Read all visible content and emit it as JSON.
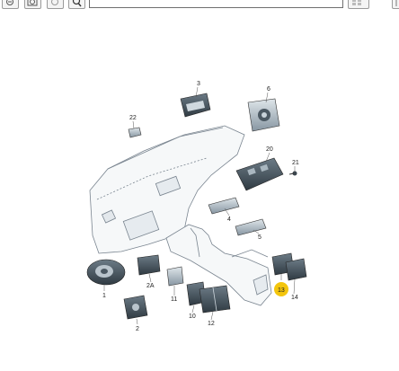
{
  "toolbar": {
    "tools": [
      {
        "name": "zoom-out",
        "icon": "magnifier-minus-icon"
      },
      {
        "name": "zoom-area",
        "icon": "magnifier-box-icon"
      },
      {
        "name": "zoom-in",
        "icon": "magnifier-plus-icon"
      },
      {
        "name": "search",
        "icon": "magnifier-icon"
      },
      {
        "name": "grid",
        "icon": "grid-icon"
      },
      {
        "name": "panel",
        "icon": "panel-icon"
      }
    ],
    "address_value": ""
  },
  "diagram": {
    "callouts": {
      "c1": "1",
      "c2": "2",
      "c2a": "2A",
      "c3": "3",
      "c4": "4",
      "c5": "5",
      "c6": "6",
      "c10": "10",
      "c11": "11",
      "c12": "12",
      "c13": "13",
      "c14": "14",
      "c20": "20",
      "c21": "21",
      "c22": "22"
    },
    "highlight_color": "#f2c200",
    "line_color": "#555555",
    "part_color": "#b9c4cc"
  }
}
